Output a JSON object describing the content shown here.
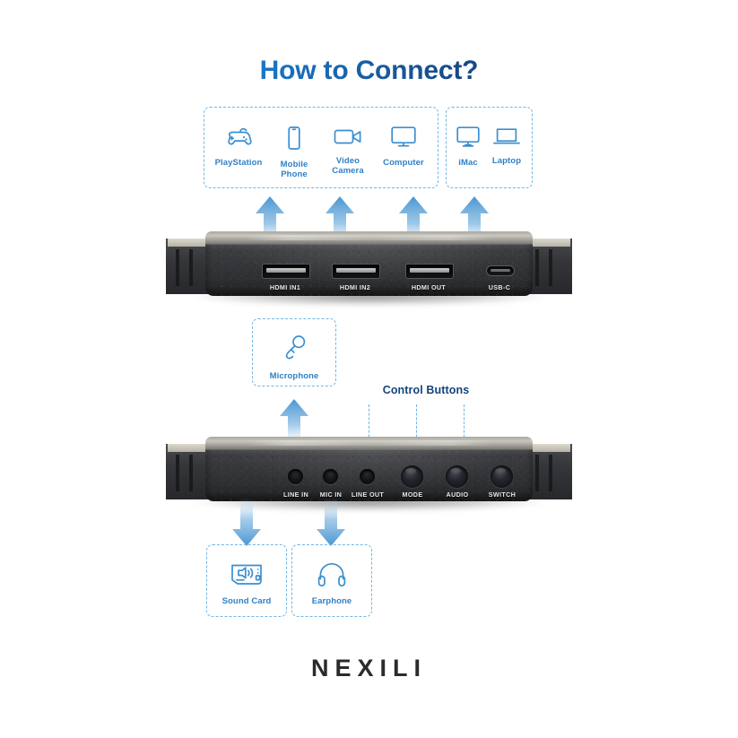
{
  "title": "How to Connect?",
  "brand": "NEXILI",
  "colors": {
    "accent_blue": "#2f80c6",
    "dashed_border": "#72b6e4",
    "title_light": "#1a7fd4",
    "title_dark": "#143d72",
    "arrow_blue": "#4a95d1",
    "brand_dark": "#2b2b2d"
  },
  "sources": {
    "group_a": [
      {
        "label": "PlayStation",
        "icon": "gamepad-icon"
      },
      {
        "label": "Mobile Phone",
        "icon": "mobile-phone-icon"
      },
      {
        "label": "Video Camera",
        "icon": "video-camera-icon"
      },
      {
        "label": "Computer",
        "icon": "monitor-icon"
      }
    ],
    "group_b": [
      {
        "label": "iMac",
        "icon": "imac-icon"
      },
      {
        "label": "Laptop",
        "icon": "laptop-icon"
      }
    ]
  },
  "top_device": {
    "ports": [
      {
        "label": "HDMI IN1",
        "type": "hdmi"
      },
      {
        "label": "HDMI IN2",
        "type": "hdmi"
      },
      {
        "label": "HDMI OUT",
        "type": "hdmi"
      },
      {
        "label": "USB-C",
        "type": "usbc"
      }
    ]
  },
  "bottom_device": {
    "ports": [
      {
        "label": "LINE IN",
        "type": "jack"
      },
      {
        "label": "MIC IN",
        "type": "jack"
      },
      {
        "label": "LINE OUT",
        "type": "jack"
      },
      {
        "label": "MODE",
        "type": "button"
      },
      {
        "label": "AUDIO",
        "type": "button"
      },
      {
        "label": "SWITCH",
        "type": "button"
      }
    ],
    "control_caption": "Control Buttons"
  },
  "microphone": {
    "label": "Microphone",
    "icon": "microphone-icon"
  },
  "outputs": [
    {
      "label": "Sound Card",
      "icon": "sound-card-icon"
    },
    {
      "label": "Earphone",
      "icon": "headphones-icon"
    }
  ]
}
